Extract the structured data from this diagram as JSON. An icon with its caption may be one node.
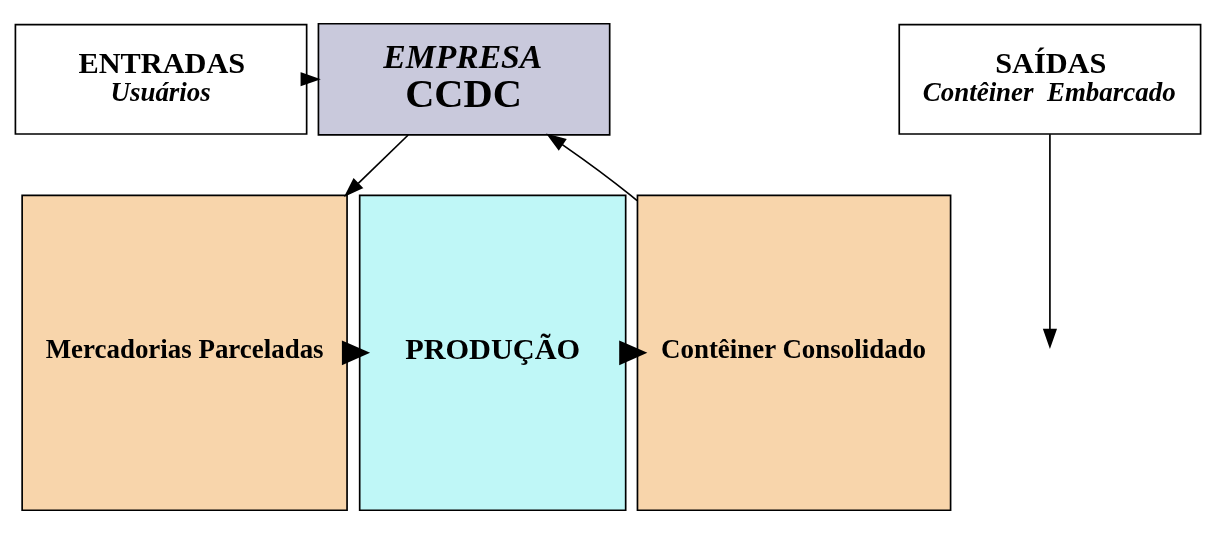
{
  "diagram": {
    "nodes": [
      {
        "text": [
          "ENTRADAS",
          "Usuários"
        ]
      },
      {
        "text": [
          "EMPRESA",
          "CCDC"
        ]
      },
      {
        "text": [
          "SAÍDAS",
          "Contêiner  Embarcado"
        ]
      },
      {
        "text": [
          "Mercadorias Parceladas"
        ]
      },
      {
        "text": [
          "PRODUÇÃO"
        ]
      },
      {
        "text": [
          "Contêiner Consolidado"
        ]
      }
    ],
    "edges": [
      {
        "from": 0,
        "to": 1,
        "arrow": "to"
      },
      {
        "from": 1,
        "to": 3,
        "arrow": "to"
      },
      {
        "from": 3,
        "to": 4,
        "arrow": "to",
        "style": "thick"
      },
      {
        "from": 4,
        "to": 5,
        "arrow": "to",
        "style": "thick"
      },
      {
        "from": 5,
        "to": 1,
        "arrow": "to"
      },
      {
        "from": 2,
        "to": null,
        "arrow": "to"
      }
    ]
  }
}
